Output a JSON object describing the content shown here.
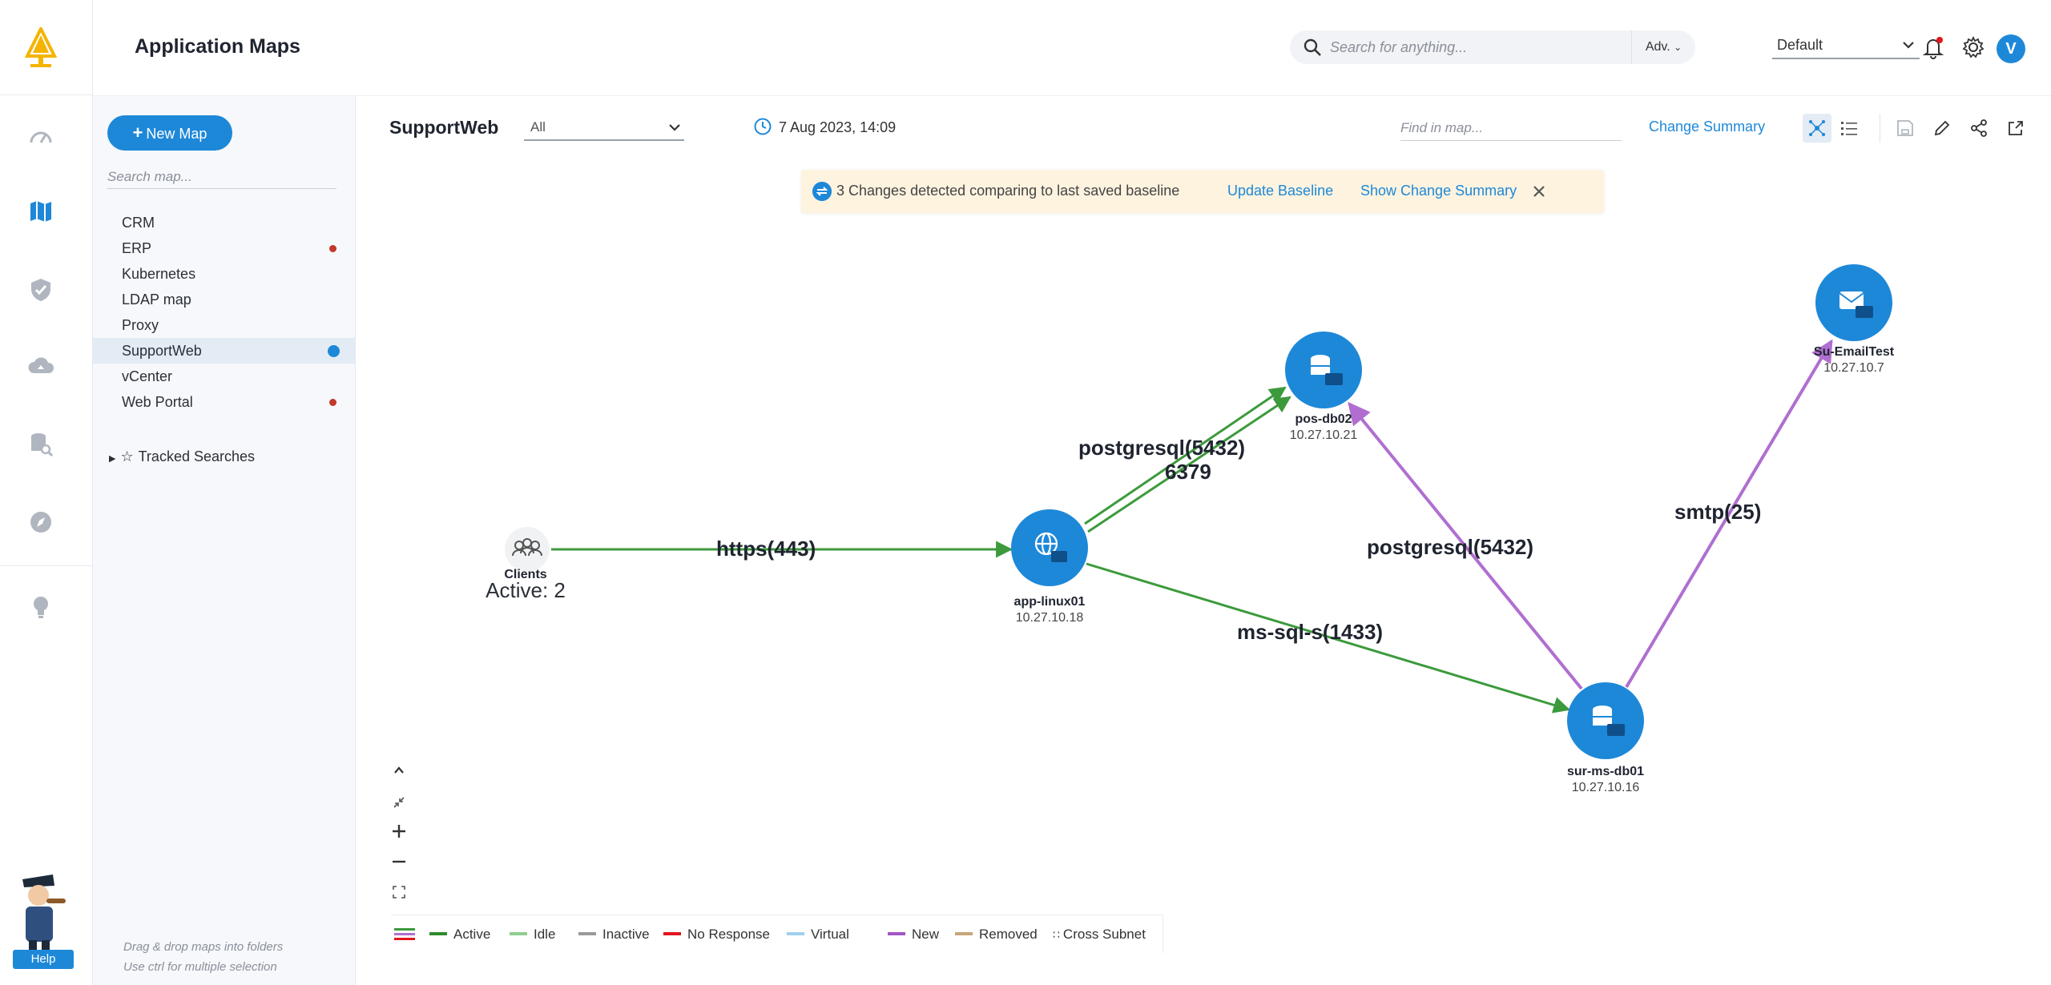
{
  "app": {
    "title": "Application Maps"
  },
  "header": {
    "search": {
      "placeholder": "Search for anything...",
      "adv_label": "Adv."
    },
    "environment": {
      "value": "Default"
    },
    "avatar_initial": "V"
  },
  "sidebar": {
    "new_map_label": "New Map",
    "search_placeholder": "Search map...",
    "maps": [
      {
        "label": "CRM",
        "indicator": "none"
      },
      {
        "label": "ERP",
        "indicator": "alert"
      },
      {
        "label": "Kubernetes",
        "indicator": "none"
      },
      {
        "label": "LDAP map",
        "indicator": "none"
      },
      {
        "label": "Proxy",
        "indicator": "none"
      },
      {
        "label": "SupportWeb",
        "indicator": "sync",
        "selected": true
      },
      {
        "label": "vCenter",
        "indicator": "none"
      },
      {
        "label": "Web Portal",
        "indicator": "alert"
      }
    ],
    "tracked_searches_label": "Tracked Searches",
    "hint_line1": "Drag & drop maps into folders",
    "hint_line2": "Use ctrl for multiple selection"
  },
  "map": {
    "name": "SupportWeb",
    "filter": "All",
    "timestamp": "7 Aug 2023, 14:09",
    "find_placeholder": "Find in map...",
    "change_summary_label": "Change Summary",
    "banner": {
      "text": "3 Changes detected comparing to last saved baseline",
      "update_label": "Update Baseline",
      "show_label": "Show Change Summary"
    },
    "nodes": [
      {
        "id": "clients",
        "name": "Clients",
        "ip": "",
        "extra": "Active: 2",
        "kind": "clients"
      },
      {
        "id": "app",
        "name": "app-linux01",
        "ip": "10.27.10.18",
        "kind": "web-server"
      },
      {
        "id": "pos",
        "name": "pos-db02",
        "ip": "10.27.10.21",
        "kind": "database"
      },
      {
        "id": "sur",
        "name": "sur-ms-db01",
        "ip": "10.27.10.16",
        "kind": "database"
      },
      {
        "id": "email",
        "name": "Su-EmailTest",
        "ip": "10.27.10.7",
        "kind": "mail-server"
      }
    ],
    "edges": [
      {
        "label": "https(443)",
        "status": "active"
      },
      {
        "label": "postgresql(5432)",
        "status": "active"
      },
      {
        "label": "6379",
        "status": "active"
      },
      {
        "label": "ms-sql-s(1433)",
        "status": "active"
      },
      {
        "label": "postgresql(5432)",
        "status": "new"
      },
      {
        "label": "smtp(25)",
        "status": "new"
      }
    ],
    "legend": [
      {
        "label": "Active",
        "color": "#2e8b2e"
      },
      {
        "label": "Idle",
        "color": "#8fce8f"
      },
      {
        "label": "Inactive",
        "color": "#9a9a9a"
      },
      {
        "label": "No Response",
        "color": "#e0161b"
      },
      {
        "label": "Virtual",
        "color": "#9fd0f0"
      },
      {
        "label": "New",
        "color": "#a454c8"
      },
      {
        "label": "Removed",
        "color": "#c7a57a"
      },
      {
        "label": "Cross Subnet",
        "color": ""
      }
    ]
  },
  "colors": {
    "accent": "#1e88d8",
    "active_edge": "#3c9a3c",
    "new_edge": "#b06fd0"
  }
}
